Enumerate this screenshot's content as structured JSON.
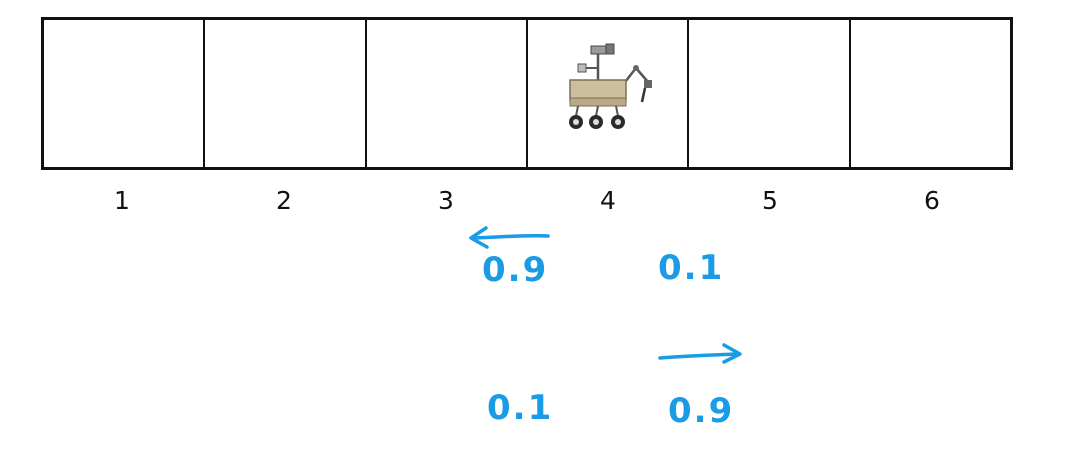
{
  "cells": [
    {
      "label": "1"
    },
    {
      "label": "2"
    },
    {
      "label": "3"
    },
    {
      "label": "4",
      "has_rover": true
    },
    {
      "label": "5"
    },
    {
      "label": "6"
    }
  ],
  "annotations": {
    "left_action": {
      "arrow_direction": "left",
      "intended_prob": "0.9",
      "other_prob": "0.1"
    },
    "right_action": {
      "arrow_direction": "right",
      "intended_prob": "0.9",
      "other_prob": "0.1"
    }
  },
  "colors": {
    "annotation": "#1a9be6",
    "grid": "#111111",
    "rover_body": "#cdbf9e"
  },
  "icons": {
    "rover": "mars-rover-icon",
    "left_arrow": "arrow-left-icon",
    "right_arrow": "arrow-right-icon"
  }
}
